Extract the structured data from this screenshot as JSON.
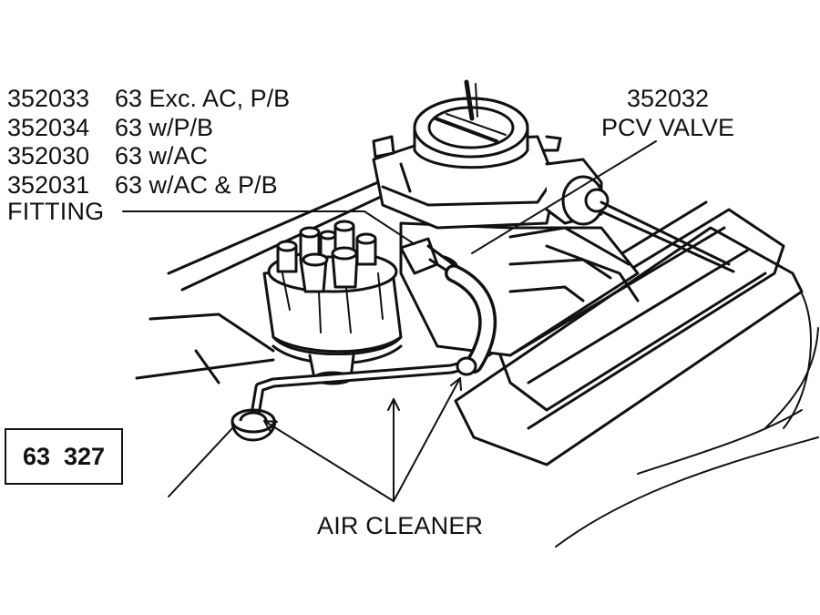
{
  "parts_list": [
    {
      "number": "352033",
      "description": "63 Exc. AC, P/B"
    },
    {
      "number": "352034",
      "description": "63 w/P/B"
    },
    {
      "number": "352030",
      "description": "63 w/AC"
    },
    {
      "number": "352031",
      "description": "63 w/AC & P/B"
    }
  ],
  "labels": {
    "fitting": "FITTING",
    "pcv_number": "352032",
    "pcv_name": "PCV VALVE",
    "air_cleaner": "AIR CLEANER"
  },
  "figure_id": "63  327"
}
